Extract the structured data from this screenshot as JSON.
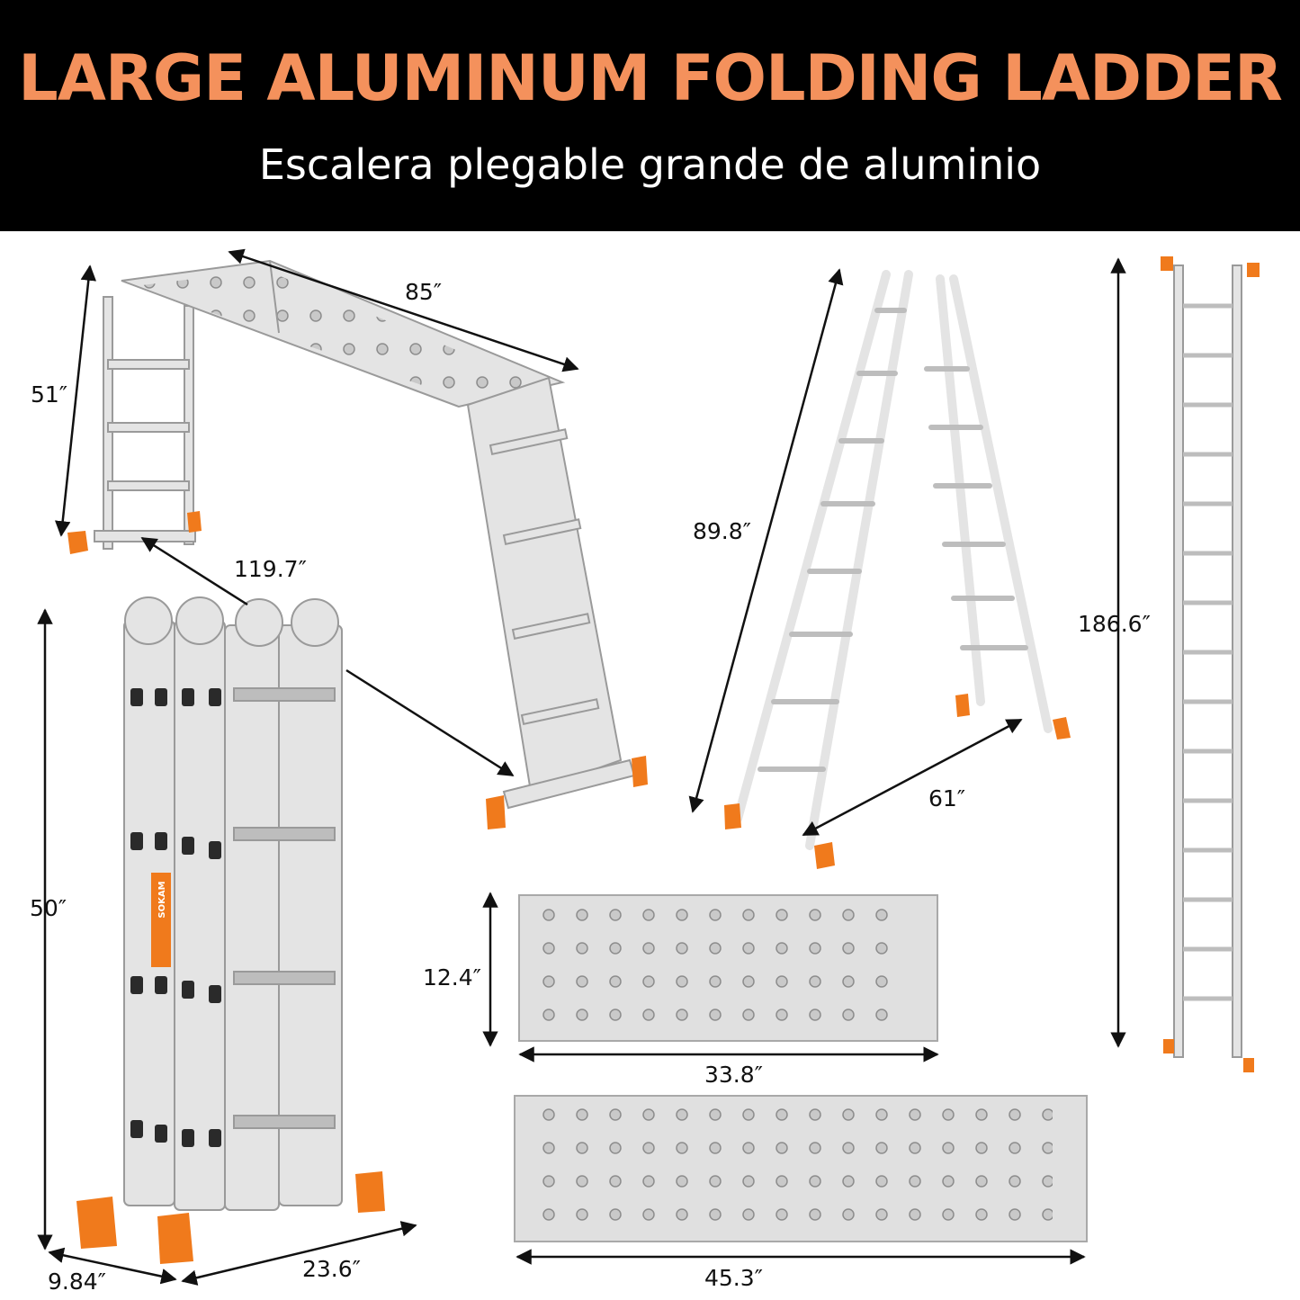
{
  "header": {
    "title": "LARGE ALUMINUM FOLDING LADDER",
    "subtitle": "Escalera plegable grande de aluminio"
  },
  "colors": {
    "banner_bg": "#000000",
    "title": "#f4915c",
    "subtitle": "#ffffff",
    "aluminum": "#e4e4e4",
    "aluminum_edge": "#9a9a9a",
    "foot": "#f07a1c",
    "dimension_line": "#111111"
  },
  "brand": {
    "label": "SOKAM"
  },
  "dimensions": {
    "scaffold_span": "85″",
    "scaffold_height": "51″",
    "scaffold_length": "119.7″",
    "a_frame_height": "89.8″",
    "a_frame_base": "61″",
    "straight_length": "186.6″",
    "folded_height": "50″",
    "folded_depth": "9.84″",
    "folded_width": "23.6″",
    "small_plate_width": "12.4″",
    "small_plate_length": "33.8″",
    "large_plate_length": "45.3″"
  }
}
